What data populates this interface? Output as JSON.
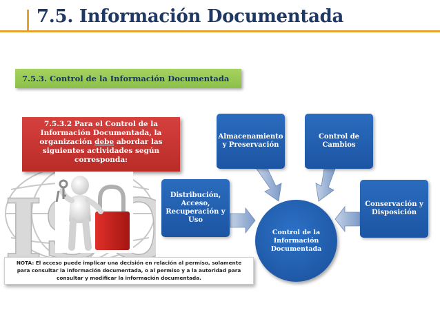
{
  "title": "7.5. Información Documentada",
  "subtitle": "7.5.3. Control de la Información Documentada",
  "intro": {
    "line1": "7.5.3.2 Para el Control de la",
    "line2": "Información Documentada, la",
    "line3_pre": "organización ",
    "line3_u": "debe",
    "line3_post": " abordar las",
    "line4": "siguientes actividades según",
    "line5": "corresponda:"
  },
  "watermark_text": "ISO",
  "note": {
    "line1": "NOTA: El acceso puede implicar una decisión en relación al permiso, solamente",
    "line2": "para consultar la información documentada, o al permiso y a la autoridad para",
    "line3": "consultar y modificar la información documentada."
  },
  "center": {
    "line1": "Control de la",
    "line2": "Información",
    "line3": "Documentada"
  },
  "activities": {
    "distribucion": [
      "Distribución,",
      "Acceso,",
      "Recuperación y",
      "Uso"
    ],
    "almacenamiento": [
      "Almacenamiento",
      "y Preservación"
    ],
    "control_cambios": [
      "Control de",
      "Cambios"
    ],
    "conservacion": [
      "Conservación y",
      "Disposición"
    ]
  },
  "colors": {
    "title": "#1f3864",
    "accent": "#e6a22e",
    "subtitle_bg": "#9acb55",
    "intro_bg": "#c9332f",
    "activity_bg": "#2060b0",
    "arrow": "#8fa9cf"
  }
}
